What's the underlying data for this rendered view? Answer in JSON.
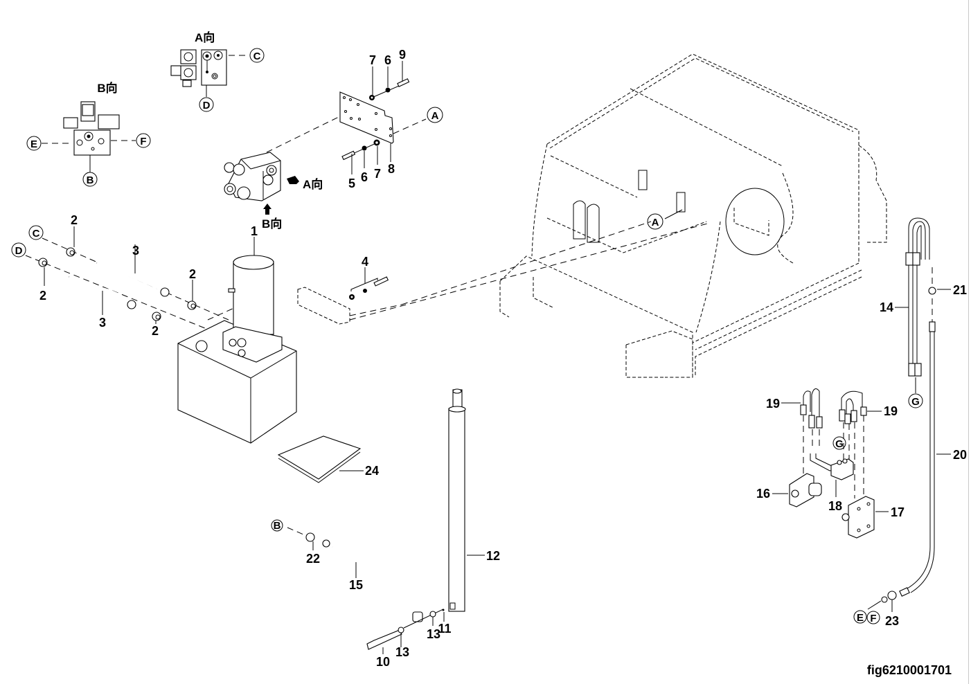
{
  "figure_id": "fig6210001701",
  "view_captions": {
    "view_a_detail": "A向",
    "view_b_detail": "B向",
    "view_a_arrow": "A向",
    "view_b_arrow": "B向"
  },
  "reference_circles": {
    "A_plate": "A",
    "A_frame": "A",
    "C_view": "C",
    "D_view": "D",
    "E_view": "E",
    "F_view": "F",
    "B_view": "B",
    "C_hose": "C",
    "D_hose": "D",
    "B_hose": "B",
    "G_block": "G",
    "G_hose": "G",
    "E_end": "E",
    "F_end": "F"
  },
  "callouts": {
    "p1": "1",
    "p2a": "2",
    "p2b": "2",
    "p2c": "2",
    "p2d": "2",
    "p3a": "3",
    "p3b": "3",
    "p4": "4",
    "p5": "5",
    "p6a": "6",
    "p6b": "6",
    "p7a": "7",
    "p7b": "7",
    "p8": "8",
    "p9": "9",
    "p10": "10",
    "p11": "11",
    "p12": "12",
    "p13a": "13",
    "p13b": "13",
    "p14": "14",
    "p15": "15",
    "p16": "16",
    "p17": "17",
    "p18": "18",
    "p19a": "19",
    "p19b": "19",
    "p20": "20",
    "p21": "21",
    "p22": "22",
    "p23": "23",
    "p24": "24"
  }
}
